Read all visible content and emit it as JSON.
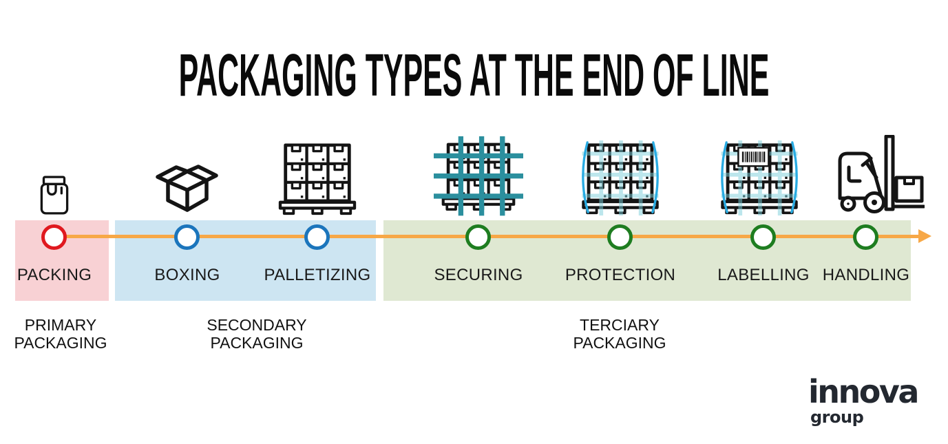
{
  "title": "PACKAGING TYPES AT THE END OF LINE",
  "timeline": {
    "stages": [
      {
        "label": "PACKING",
        "icon": "pouch-icon",
        "ring_color": "#e0191f",
        "band": "primary"
      },
      {
        "label": "BOXING",
        "icon": "open-box-icon",
        "ring_color": "#1b75bc",
        "band": "secondary"
      },
      {
        "label": "PALLETIZING",
        "icon": "pallet-boxes-icon",
        "ring_color": "#1b75bc",
        "band": "secondary"
      },
      {
        "label": "SECURING",
        "icon": "strapped-pallet-icon",
        "ring_color": "#1e7d20",
        "band": "tertiary"
      },
      {
        "label": "PROTECTION",
        "icon": "wrapped-pallet-icon",
        "ring_color": "#1e7d20",
        "band": "tertiary"
      },
      {
        "label": "LABELLING",
        "icon": "labelled-pallet-icon",
        "ring_color": "#1e7d20",
        "band": "tertiary"
      },
      {
        "label": "HANDLING",
        "icon": "forklift-icon",
        "ring_color": "#1e7d20",
        "band": "tertiary"
      }
    ]
  },
  "groups": [
    {
      "line1": "PRIMARY",
      "line2": "PACKAGING",
      "band": "primary"
    },
    {
      "line1": "SECONDARY",
      "line2": "PACKAGING",
      "band": "secondary"
    },
    {
      "line1": "TERCIARY",
      "line2": "PACKAGING",
      "band": "tertiary"
    }
  ],
  "logo": {
    "name": "innova",
    "sub": "group"
  },
  "colors": {
    "primary_band": "#f8d1d4",
    "secondary_band": "#cde5f2",
    "tertiary_band": "#dfe8d2",
    "timeline_orange": "#f7a847",
    "ring_primary": "#e0191f",
    "ring_secondary": "#1b75bc",
    "ring_tertiary": "#1e7d20",
    "strap_teal": "#2b8f9e",
    "wrap_band_teal": "#7ccfdb",
    "wrap_blue": "#29abe2",
    "ink": "#141414",
    "logo_ink": "#232830"
  }
}
